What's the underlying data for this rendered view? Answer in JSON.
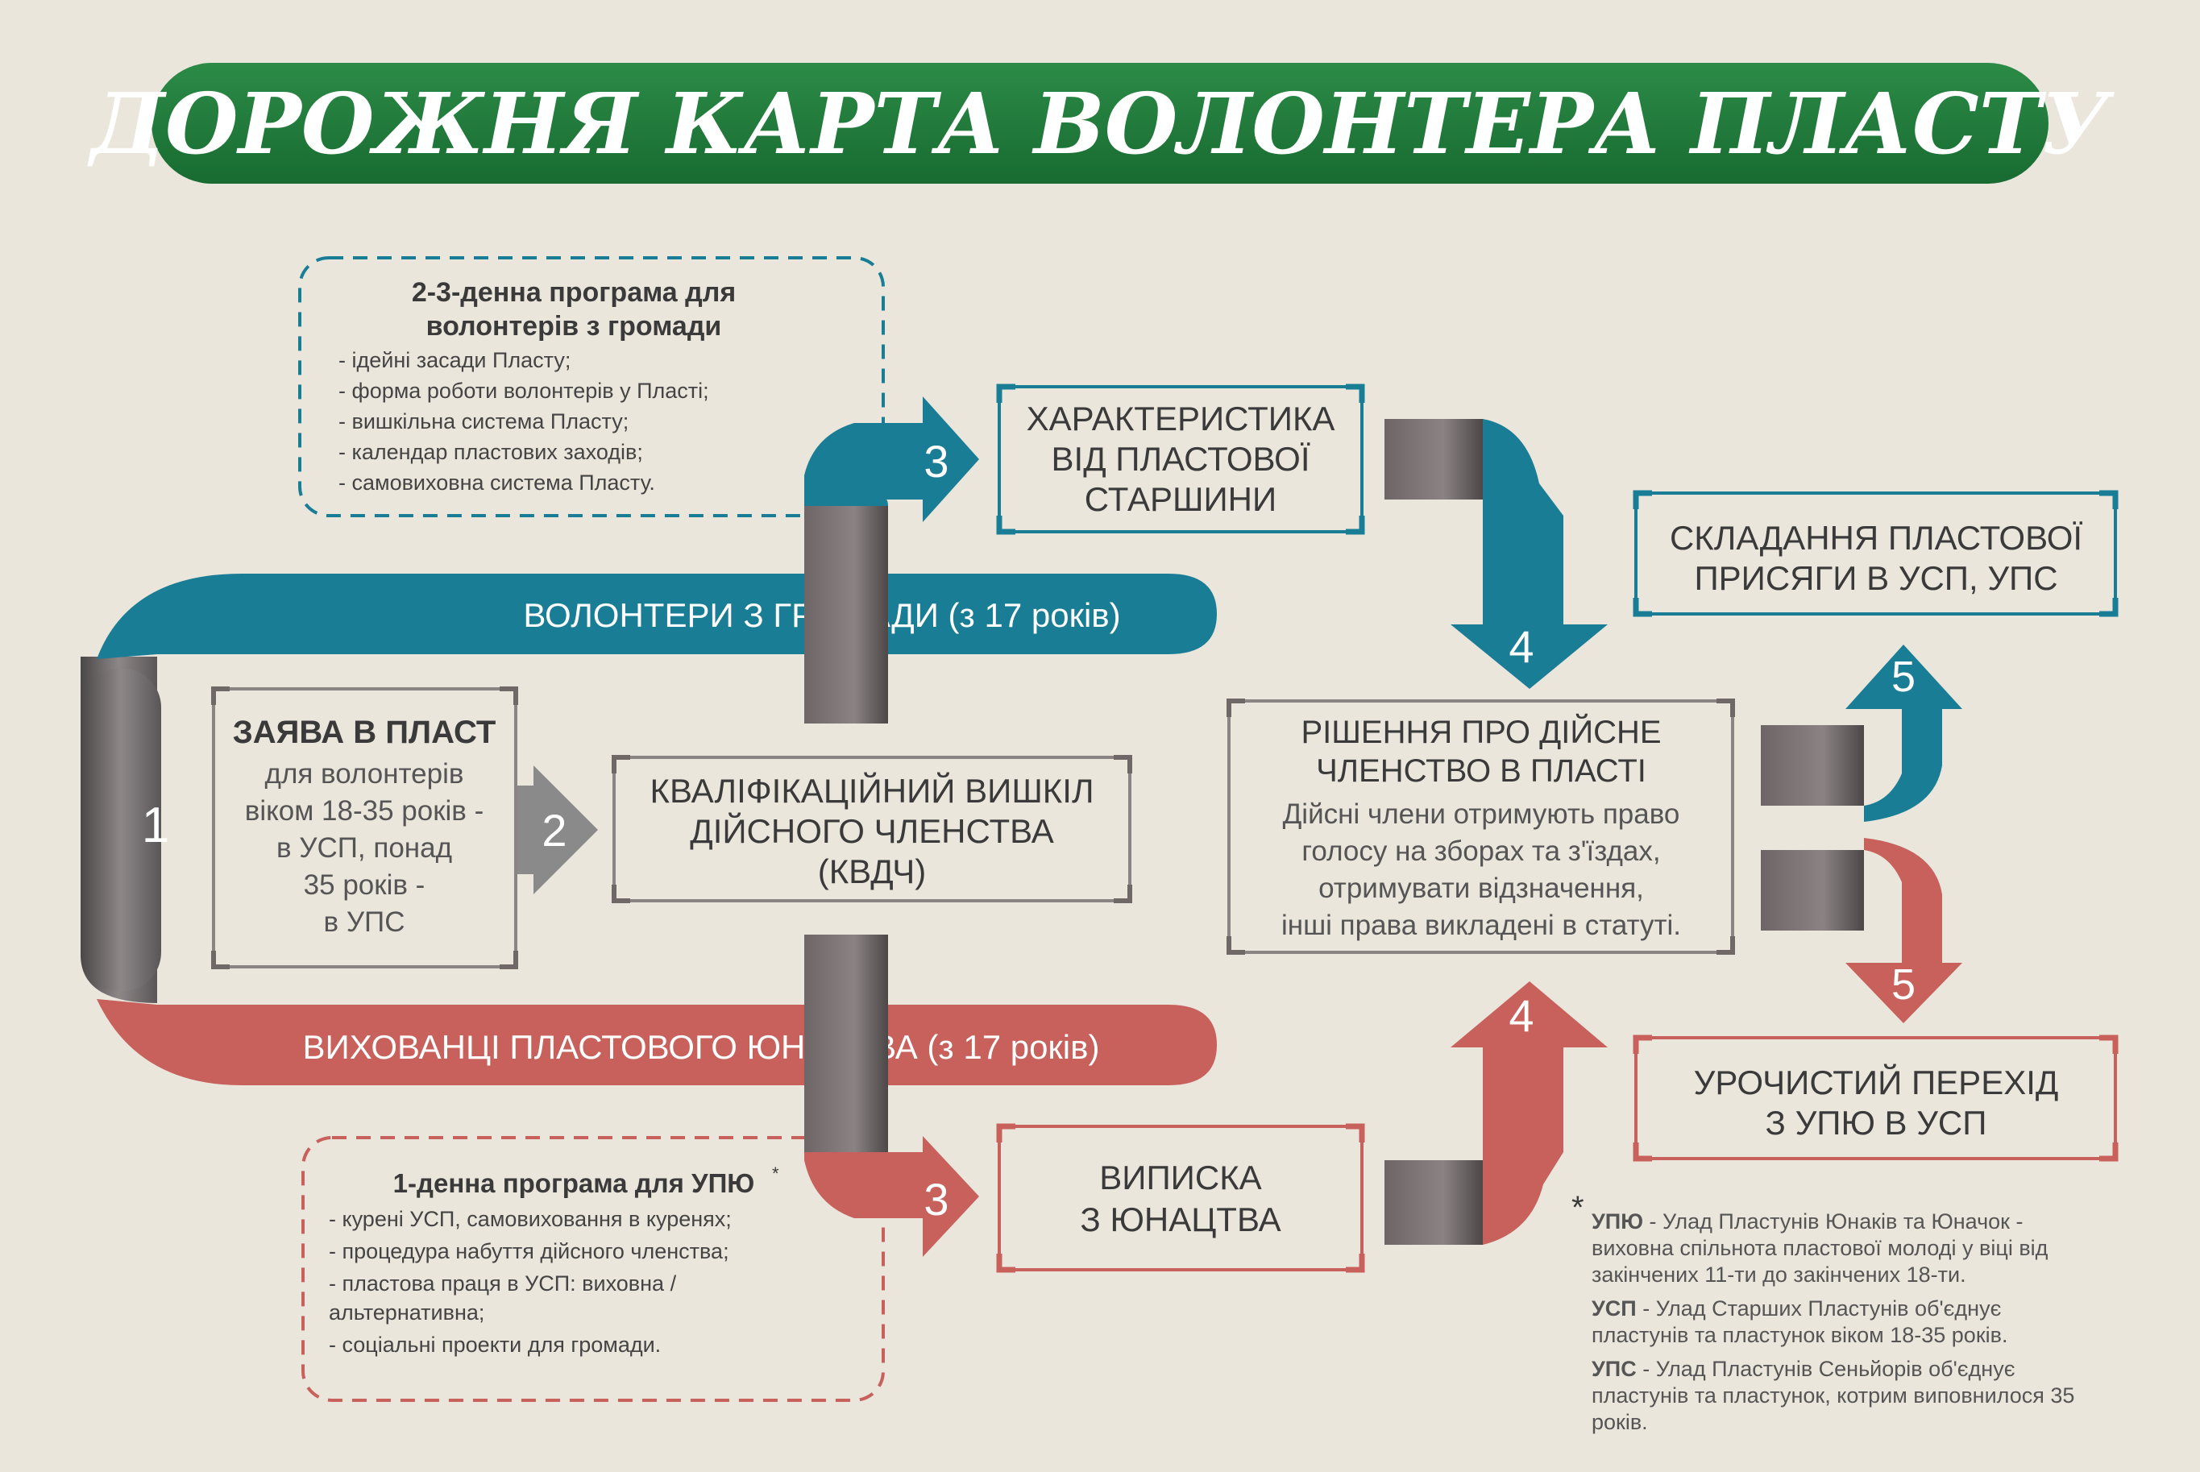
{
  "title": "ДОРОЖНЯ КАРТА ВОЛОНТЕРА ПЛАСТУ",
  "colors": {
    "green": "#1f7a3a",
    "teal": "#1a7d96",
    "red": "#c8605c",
    "dark_gray": "#5a5555",
    "mid_gray": "#7c7576",
    "arrow_gray": "#8a8a8a",
    "frame_gray": "#7d7673",
    "text_dark": "#3a3a3a",
    "background": "#ebe6dc"
  },
  "community_program": {
    "title_line1": "2-3-денна програма для",
    "title_line2": "волонтерів з громади",
    "items": [
      "- ідейні засади Пласту;",
      "- форма роботи волонтерів у Пласті;",
      "- вишкільна система Пласту;",
      "- календар пластових заходів;",
      "- самовиховна система Пласту."
    ]
  },
  "upyu_program": {
    "title": "1-денна програма для УПЮ",
    "items": [
      "- курені УСП, самовиховання в куренях;",
      "- процедура набуття дійсного членства;",
      "- пластова праця в УСП: виховна /",
      "  альтернативна;",
      "- соціальні проекти для громади."
    ]
  },
  "bands": {
    "community": "ВОЛОНТЕРИ З ГРОМАДИ (з 17 років)",
    "youth": "ВИХОВАНЦІ ПЛАСТОВОГО ЮНАЦТВА (з 17 років)"
  },
  "steps": {
    "s1": "1",
    "s2": "2",
    "s3_top": "3",
    "s3_bottom": "3",
    "s4_top": "4",
    "s4_bottom": "4",
    "s5_top": "5",
    "s5_bottom": "5"
  },
  "boxes": {
    "application": {
      "title": "ЗАЯВА В ПЛАСТ",
      "lines": [
        "для волонтерів",
        "віком 18-35 років -",
        "в УСП, понад",
        "35 років -",
        "в УПС"
      ]
    },
    "kvdch": {
      "lines": [
        "КВАЛІФІКАЦІЙНИЙ ВИШКІЛ",
        "ДІЙСНОГО ЧЛЕНСТВА",
        "(КВДЧ)"
      ]
    },
    "characteristic": {
      "lines": [
        "ХАРАКТЕРИСТИКА",
        "ВІД ПЛАСТОВОЇ",
        "СТАРШИНИ"
      ]
    },
    "discharge": {
      "lines": [
        "ВИПИСКА",
        "З ЮНАЦТВА"
      ]
    },
    "decision": {
      "title_lines": [
        "РІШЕННЯ ПРО ДІЙСНЕ",
        "ЧЛЕНСТВО В ПЛАСТІ"
      ],
      "lines": [
        "Дійсні члени отримують право",
        "голосу на зборах та з'їздах,",
        "отримувати відзначення,",
        "інші права викладені в статуті."
      ]
    },
    "oath": {
      "lines": [
        "СКЛАДАННЯ ПЛАСТОВОЇ",
        "ПРИСЯГИ В УСП, УПС"
      ]
    },
    "transition": {
      "lines": [
        "УРОЧИСТИЙ ПЕРЕХІД",
        "З УПЮ В УСП"
      ]
    }
  },
  "footnote": {
    "star": "*",
    "upyu_term": "УПЮ",
    "upyu_lines": [
      " - Улад Пластунів Юнаків та Юначок -",
      "виховна спільнота пластової молоді у віці від",
      "закінчених 11-ти до закінчених 18-ти."
    ],
    "usp_term": "УСП",
    "usp_lines": [
      " - Улад Старших Пластунів об'єднує",
      "пластунів та пластунок віком 18-35 років."
    ],
    "ups_term": "УПС",
    "ups_lines": [
      " - Улад Пластунів Сеньйорів об'єднує",
      "пластунів та пластунок, котрим виповнилося 35",
      "років."
    ]
  }
}
